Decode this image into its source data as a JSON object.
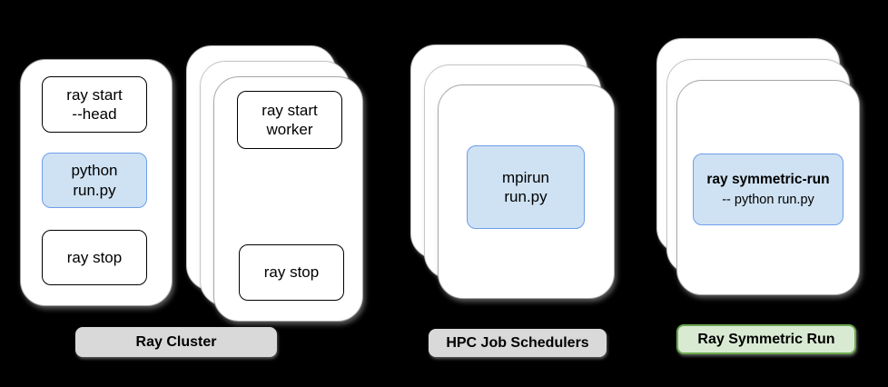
{
  "colors": {
    "background": "#000000",
    "card_bg": "#ffffff",
    "card_border": "#a8a8a8",
    "layer_border": "#c6c6c6",
    "box_border": "#000000",
    "blue_fill": "#cfe2f3",
    "blue_border": "#6d9eeb",
    "gray_badge_bg": "#d9d9d9",
    "badge_text": "#000000",
    "green_badge_bg": "#d9ead3",
    "green_badge_border": "#6aa84f",
    "shadow": "rgba(170,170,170,0.55)"
  },
  "ray_cluster": {
    "badge_label": "Ray Cluster",
    "head_card": {
      "commands": [
        {
          "text": "ray start\n--head",
          "style": "plain"
        },
        {
          "text": "python\nrun.py",
          "style": "blue"
        },
        {
          "text": "ray stop",
          "style": "plain"
        }
      ]
    },
    "worker_card": {
      "commands": [
        {
          "text": "ray start\nworker",
          "style": "plain"
        },
        {
          "text": "ray stop",
          "style": "plain"
        }
      ]
    }
  },
  "hpc": {
    "badge_label": "HPC Job Schedulers",
    "command": {
      "text": "mpirun\nrun.py",
      "style": "blue"
    }
  },
  "symmetric_run": {
    "badge_label": "Ray Symmetric Run",
    "command_title": "ray symmetric-run",
    "command_subtitle": "-- python run.py"
  }
}
